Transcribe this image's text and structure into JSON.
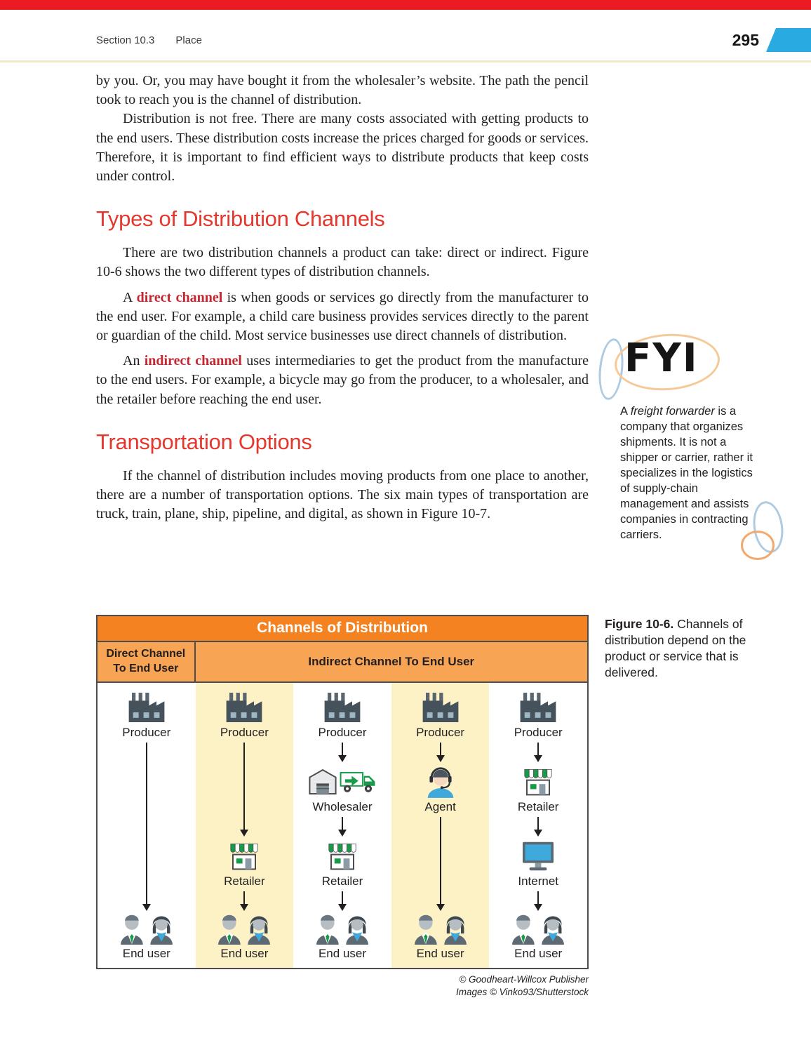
{
  "theme": {
    "red_bar": "#EC1B23",
    "heading_red": "#E4372E",
    "term_red": "#C32732",
    "cyan_tab": "#29ABE2",
    "table_orange": "#F58220",
    "table_light_orange": "#F8A455",
    "table_cream": "#FCF2C6"
  },
  "header": {
    "section": "Section 10.3",
    "title": "Place",
    "page_number": "295"
  },
  "body": {
    "para1": "by you. Or, you may have bought it from the wholesaler’s website. The path the pencil took to reach you is the channel of distribution.",
    "para2": "Distribution is not free. There are many costs associated with getting products to the end users. These distribution costs increase the prices charged for goods or services. Therefore, it is important to find efficient ways to distribute products that keep costs under control.",
    "heading1": "Types of Distribution Channels",
    "para3": "There are two distribution channels a product can take: direct or indirect. Figure 10-6 shows the two different types of distribution channels.",
    "para4": {
      "lead": "A ",
      "term": "direct channel",
      "rest": " is when goods or services go directly from the manufacturer to the end user. For example, a child care business provides services directly to the parent or guardian of the child. Most service businesses use direct channels of distribution."
    },
    "para5": {
      "lead": "An ",
      "term": "indirect channel",
      "rest": " uses intermediaries to get the product from the manufacture to the end users. For example, a bicycle may go from the producer, to a wholesaler, and the retailer before reaching the end user."
    },
    "heading2": "Transportation Options",
    "para6": "If the channel of distribution includes moving products from one place to another, there are a number of transportation options. The six main types of transportation are truck, train, plane, ship, pipeline, and digital, as shown in Figure 10-7."
  },
  "fyi": {
    "title": "FYI",
    "lead": "A ",
    "term": "freight forwarder",
    "rest": " is a company that organizes shipments. It is not a shipper or carrier, rather it specializes in the logistics of supply-chain management and assists companies in contracting carriers."
  },
  "figure": {
    "title": "Channels of Distribution",
    "direct_header": {
      "line1": "Direct Channel",
      "line2": "To End User"
    },
    "indirect_header": "Indirect Channel To End User",
    "columns": [
      {
        "chain": [
          "Producer",
          "End user"
        ],
        "icons": [
          "factory-icon",
          "end-users-icon"
        ]
      },
      {
        "chain": [
          "Producer",
          "Retailer",
          "End user"
        ],
        "icons": [
          "factory-icon",
          "storefront-icon",
          "end-users-icon"
        ]
      },
      {
        "chain": [
          "Producer",
          "Wholesaler",
          "Retailer",
          "End user"
        ],
        "icons": [
          "factory-icon",
          "warehouse-icon delivery-truck-icon",
          "storefront-icon",
          "end-users-icon"
        ]
      },
      {
        "chain": [
          "Producer",
          "Agent",
          "End user"
        ],
        "icons": [
          "factory-icon",
          "support-agent-icon",
          "end-users-icon"
        ]
      },
      {
        "chain": [
          "Producer",
          "Retailer",
          "Internet",
          "End user"
        ],
        "icons": [
          "factory-icon",
          "storefront-icon",
          "computer-icon",
          "end-users-icon"
        ]
      }
    ],
    "credits": [
      "© Goodheart-Willcox Publisher",
      "Images © Vinko93/Shutterstock"
    ]
  },
  "caption": {
    "label": "Figure 10-6.",
    "text": " Channels of distribution depend on the product or service that is delivered."
  }
}
